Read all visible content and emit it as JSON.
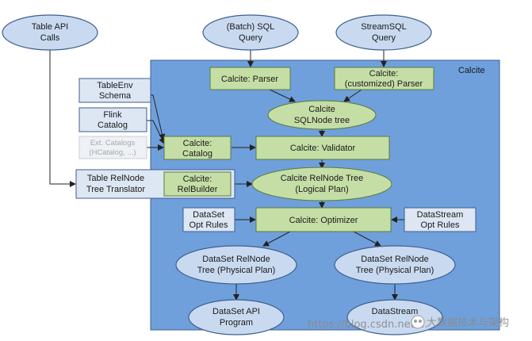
{
  "colors": {
    "calcite_region": "#6fa0dc",
    "green_box": "#c5dea6",
    "green_border": "#5a7a3a",
    "blue_shape": "#c9daf0",
    "blue_border": "#3d5f8f",
    "arrow": "#222222",
    "faded_text": "#a8a8a8"
  },
  "region_label": "Calcite",
  "nodes": {
    "table_api": [
      "Table API",
      "Calls"
    ],
    "batch_sql": [
      "(Batch) SQL",
      "Query"
    ],
    "stream_sql": [
      "StreamSQL",
      "Query"
    ],
    "parser": [
      "Calcite: Parser"
    ],
    "custom_parser": [
      "Calcite:",
      "(customized) Parser"
    ],
    "tableenv_schema": [
      "TableEnv",
      "Schema"
    ],
    "flink_catalog": [
      "Flink",
      "Catalog"
    ],
    "ext_catalogs": [
      "Ext. Catalogs",
      "(HCatalog, ...)"
    ],
    "sqlnode_tree": [
      "Calcite",
      "SQLNode tree"
    ],
    "catalog": [
      "Calcite:",
      "Catalog"
    ],
    "validator": [
      "Calcite: Validator"
    ],
    "relnode_translator": [
      "Table RelNode",
      "Tree Translator"
    ],
    "relbuilder": [
      "Calcite:",
      "RelBuilder"
    ],
    "logical_plan": [
      "Calcite RelNode Tree",
      "(Logical Plan)"
    ],
    "dataset_rules": [
      "DataSet",
      "Opt Rules"
    ],
    "optimizer": [
      "Calcite: Optimizer"
    ],
    "datastream_rules": [
      "DataStream",
      "Opt Rules"
    ],
    "dataset_physical": [
      "DataSet RelNode",
      "Tree (Physical Plan)"
    ],
    "datastream_physical": [
      "DataSet RelNode",
      "Tree (Physical Plan)"
    ],
    "dataset_program": [
      "DataSet API",
      "Program"
    ],
    "datastream_program": [
      "DataStream"
    ]
  },
  "watermark": {
    "url": "https://blog.csdn.net/...",
    "brand": "大数据技术与架构"
  }
}
